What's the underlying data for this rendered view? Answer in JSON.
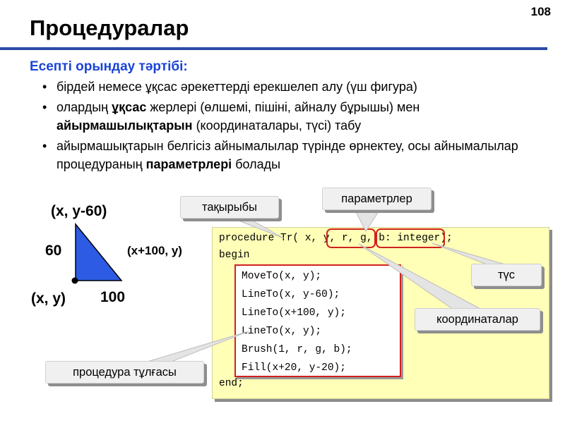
{
  "slide": {
    "number": "108",
    "title": "Процедуралар",
    "heading": "Есепті орындау тәртібі:",
    "bullets": [
      {
        "parts": [
          {
            "text": "бірдей немесе ұқсас әрекеттерді ерекшелеп алу (үш фигура)",
            "bold": false
          }
        ]
      },
      {
        "parts": [
          {
            "text": "олардың ",
            "bold": false
          },
          {
            "text": "ұқсас",
            "bold": true
          },
          {
            "text": " жерлері (өлшемі, пішіні, айналу бұрышы) мен ",
            "bold": false
          },
          {
            "text": "айырмашылықтарын",
            "bold": true
          },
          {
            "text": " (координаталары, түсі) табу",
            "bold": false
          }
        ]
      },
      {
        "parts": [
          {
            "text": "айырмашықтарын белгісіз айнымалылар түрінде өрнектеу, осы айнымалылар процедураның ",
            "bold": false
          },
          {
            "text": "параметрлері",
            "bold": true
          },
          {
            "text": " болады",
            "bold": false
          }
        ]
      }
    ]
  },
  "triangle": {
    "fill_color": "#2d5be3",
    "top_vertex_label": "(x, y-60)",
    "right_vertex_label": "(x+100, y)",
    "origin_label": "(x, y)",
    "height_label": "60",
    "width_label": "100"
  },
  "code": {
    "header": "procedure Tr( x, y, r, g, b: integer);",
    "begin": "begin",
    "body": [
      "MoveTo(x, y);",
      "LineTo(x, y-60);",
      "LineTo(x+100, y);",
      "LineTo(x, y);",
      "Brush(1, r, g, b);",
      "Fill(x+20, y-20);"
    ],
    "end": "end;"
  },
  "callouts": {
    "title": "тақырыбы",
    "parameters": "параметрлер",
    "color": "түс",
    "coordinates": "координаталар",
    "body": "процедура тұлғасы"
  }
}
